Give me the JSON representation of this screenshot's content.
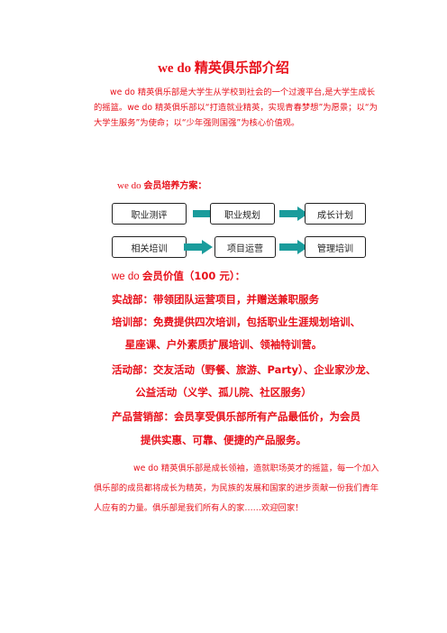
{
  "title": "we do 精英俱乐部介绍",
  "intro": "we do 精英俱乐部是大学生从学校到社会的一个过渡平台,是大学生成长的摇篮。we do 精英俱乐部以“打造就业精英，实现青春梦想”为愿景；以“为大学生服务”为使命；以“少年强则国强”为核心价值观。",
  "plan": {
    "heading_en": "we do ",
    "heading_zh": "会员培养方案：",
    "boxes": [
      "职业测评",
      "职业规划",
      "成长计划",
      "相关培训",
      "项目运营",
      "管理培训"
    ]
  },
  "value": {
    "title_en": "we do ",
    "title_zh": "会员价值（100 元）："
  },
  "departments": [
    "实战部：带领团队运营项目，并赠送兼职服务",
    "培训部：免费提供四次培训，包括职业生涯规划培训、",
    "星座课、户外素质扩展培训、领袖特训营。",
    "活动部：交友活动（野餐、旅游、Party）、企业家沙龙、",
    "公益活动（义学、孤儿院、社区服务）",
    "产品营销部：会员享受俱乐部所有产品最低价，为会员",
    "提供实惠、可靠、便捷的产品服务。"
  ],
  "closing": "we do 精英俱乐部是成长领袖，造就职场英才的摇篮，每一个加入俱乐部的成员都将成长为精英，为民族的发展和国家的进步贡献一份我们青年人应有的力量。俱乐部是我们所有人的家……欢迎回家！",
  "colors": {
    "text": "#e8101a",
    "arrow": "#1a9c9c",
    "box_border": "#222222"
  }
}
